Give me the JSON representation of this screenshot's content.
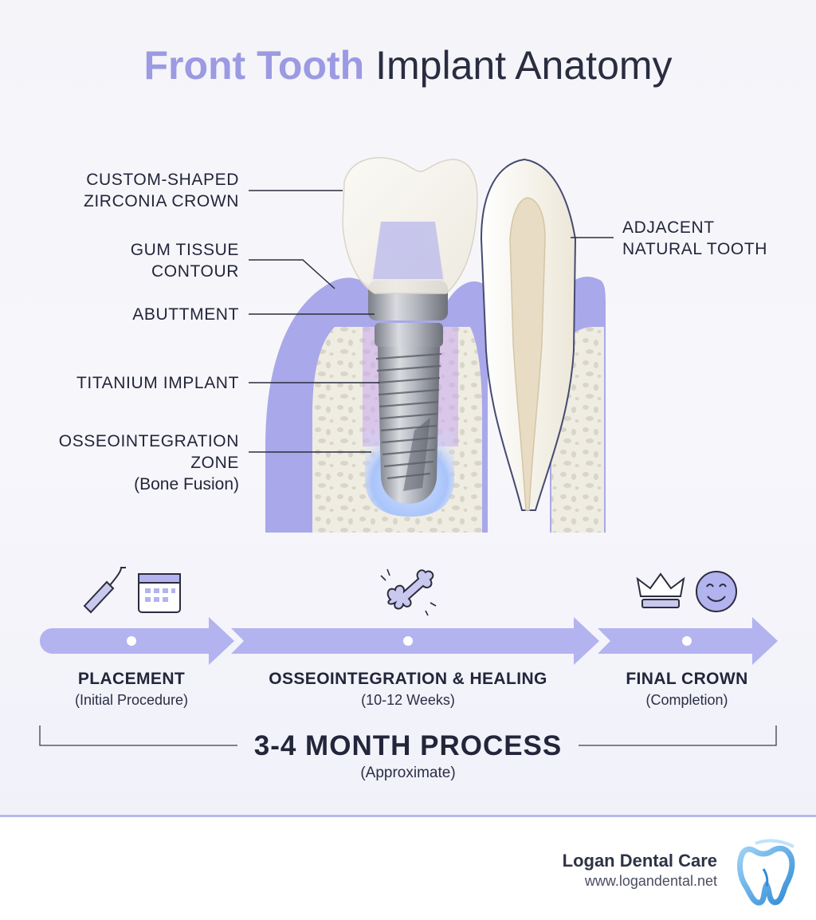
{
  "title": {
    "accent": "Front Tooth",
    "rest": "Implant Anatomy"
  },
  "labels": {
    "crown": [
      "CUSTOM-SHAPED",
      "ZIRCONIA CROWN"
    ],
    "gum": [
      "GUM TISSUE",
      "CONTOUR"
    ],
    "abutment": "ABUTTMENT",
    "implant": "TITANIUM IMPLANT",
    "osseo": [
      "OSSEOINTEGRATION",
      "ZONE",
      "(Bone Fusion)"
    ],
    "adjacent": [
      "ADJACENT",
      "NATURAL TOOTH"
    ]
  },
  "timeline": {
    "steps": [
      {
        "title": "PLACEMENT",
        "subtitle": "(Initial Procedure)",
        "icons": [
          "dental-probe-icon",
          "calendar-icon"
        ]
      },
      {
        "title": "OSSEOINTEGRATION & HEALING",
        "subtitle": "(10-12 Weeks)",
        "icons": [
          "bone-icon"
        ]
      },
      {
        "title": "FINAL CROWN",
        "subtitle": "(Completion)",
        "icons": [
          "crown-icon",
          "smiley-icon"
        ]
      }
    ],
    "total": {
      "title": "3-4 MONTH PROCESS",
      "subtitle": "(Approximate)"
    }
  },
  "brand": {
    "name": "Logan Dental Care",
    "url": "www.logandental.net",
    "logo": "tooth-logo-icon"
  },
  "colors": {
    "accent": "#9b9ae2",
    "gum": "#a9a8ea",
    "bone": "#eeeade",
    "titanium": "#a6a9b0",
    "arrow": "#b3b3ef"
  }
}
